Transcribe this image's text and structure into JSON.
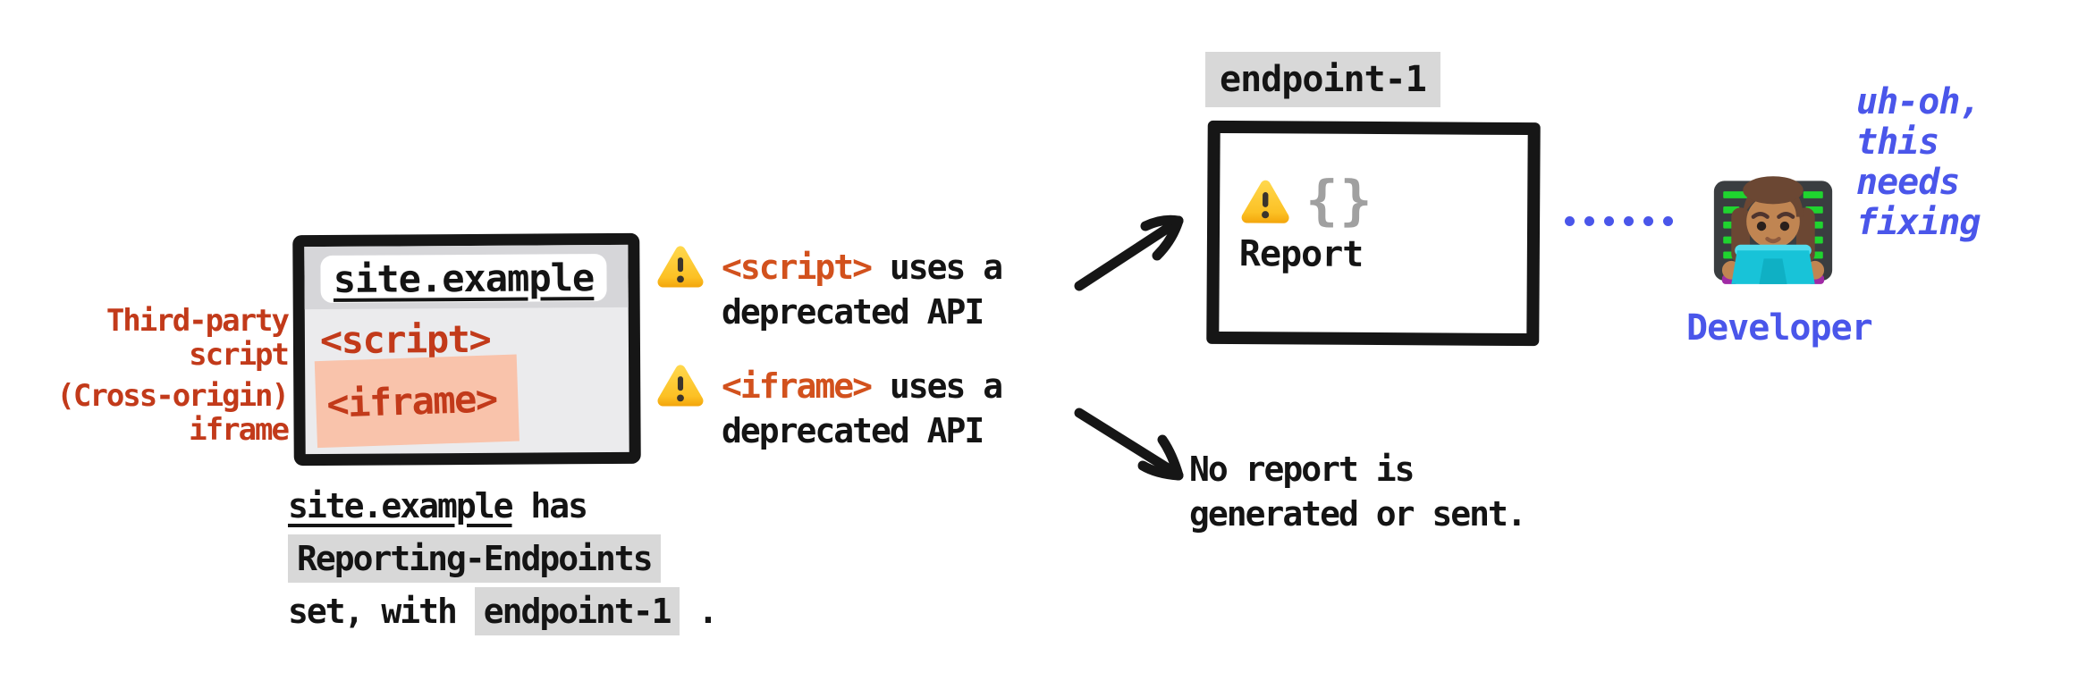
{
  "colors": {
    "red": "#c23a1a",
    "orange": "#d2511d",
    "blue": "#4a56ea",
    "highlight_gray": "#d8d8d8",
    "salmon": "#f9c3ab",
    "window_gray": "#ebebed",
    "toolbar_gray": "#d6d6d9",
    "border_black": "#161616",
    "brace_gray": "#a0a0a0",
    "warning_yellow": "#fdd23a"
  },
  "side_labels": {
    "third_party_line1": "Third-party",
    "third_party_line2": "script",
    "cross_origin_line1": "(Cross-origin)",
    "cross_origin_line2": "iframe"
  },
  "browser_window": {
    "url": "site.example",
    "script_tag": "<script>",
    "iframe_tag": "<iframe>"
  },
  "caption": {
    "site": "site.example",
    "has": " has",
    "header_name": "Reporting-Endpoints",
    "set_with": "set, with ",
    "endpoint": "endpoint-1",
    "period": " ."
  },
  "warnings": [
    {
      "tag": "<script>",
      "rest": " uses a",
      "line2": "deprecated API"
    },
    {
      "tag": "<iframe>",
      "rest": " uses a",
      "line2": "deprecated API"
    }
  ],
  "endpoint": {
    "label": "endpoint-1",
    "braces": "{}",
    "report": "Report"
  },
  "no_report": {
    "line1": "No report is",
    "line2": "generated or sent."
  },
  "developer": {
    "thought_lines": [
      "uh-oh,",
      "this",
      "needs",
      "fixing"
    ],
    "label": "Developer"
  }
}
